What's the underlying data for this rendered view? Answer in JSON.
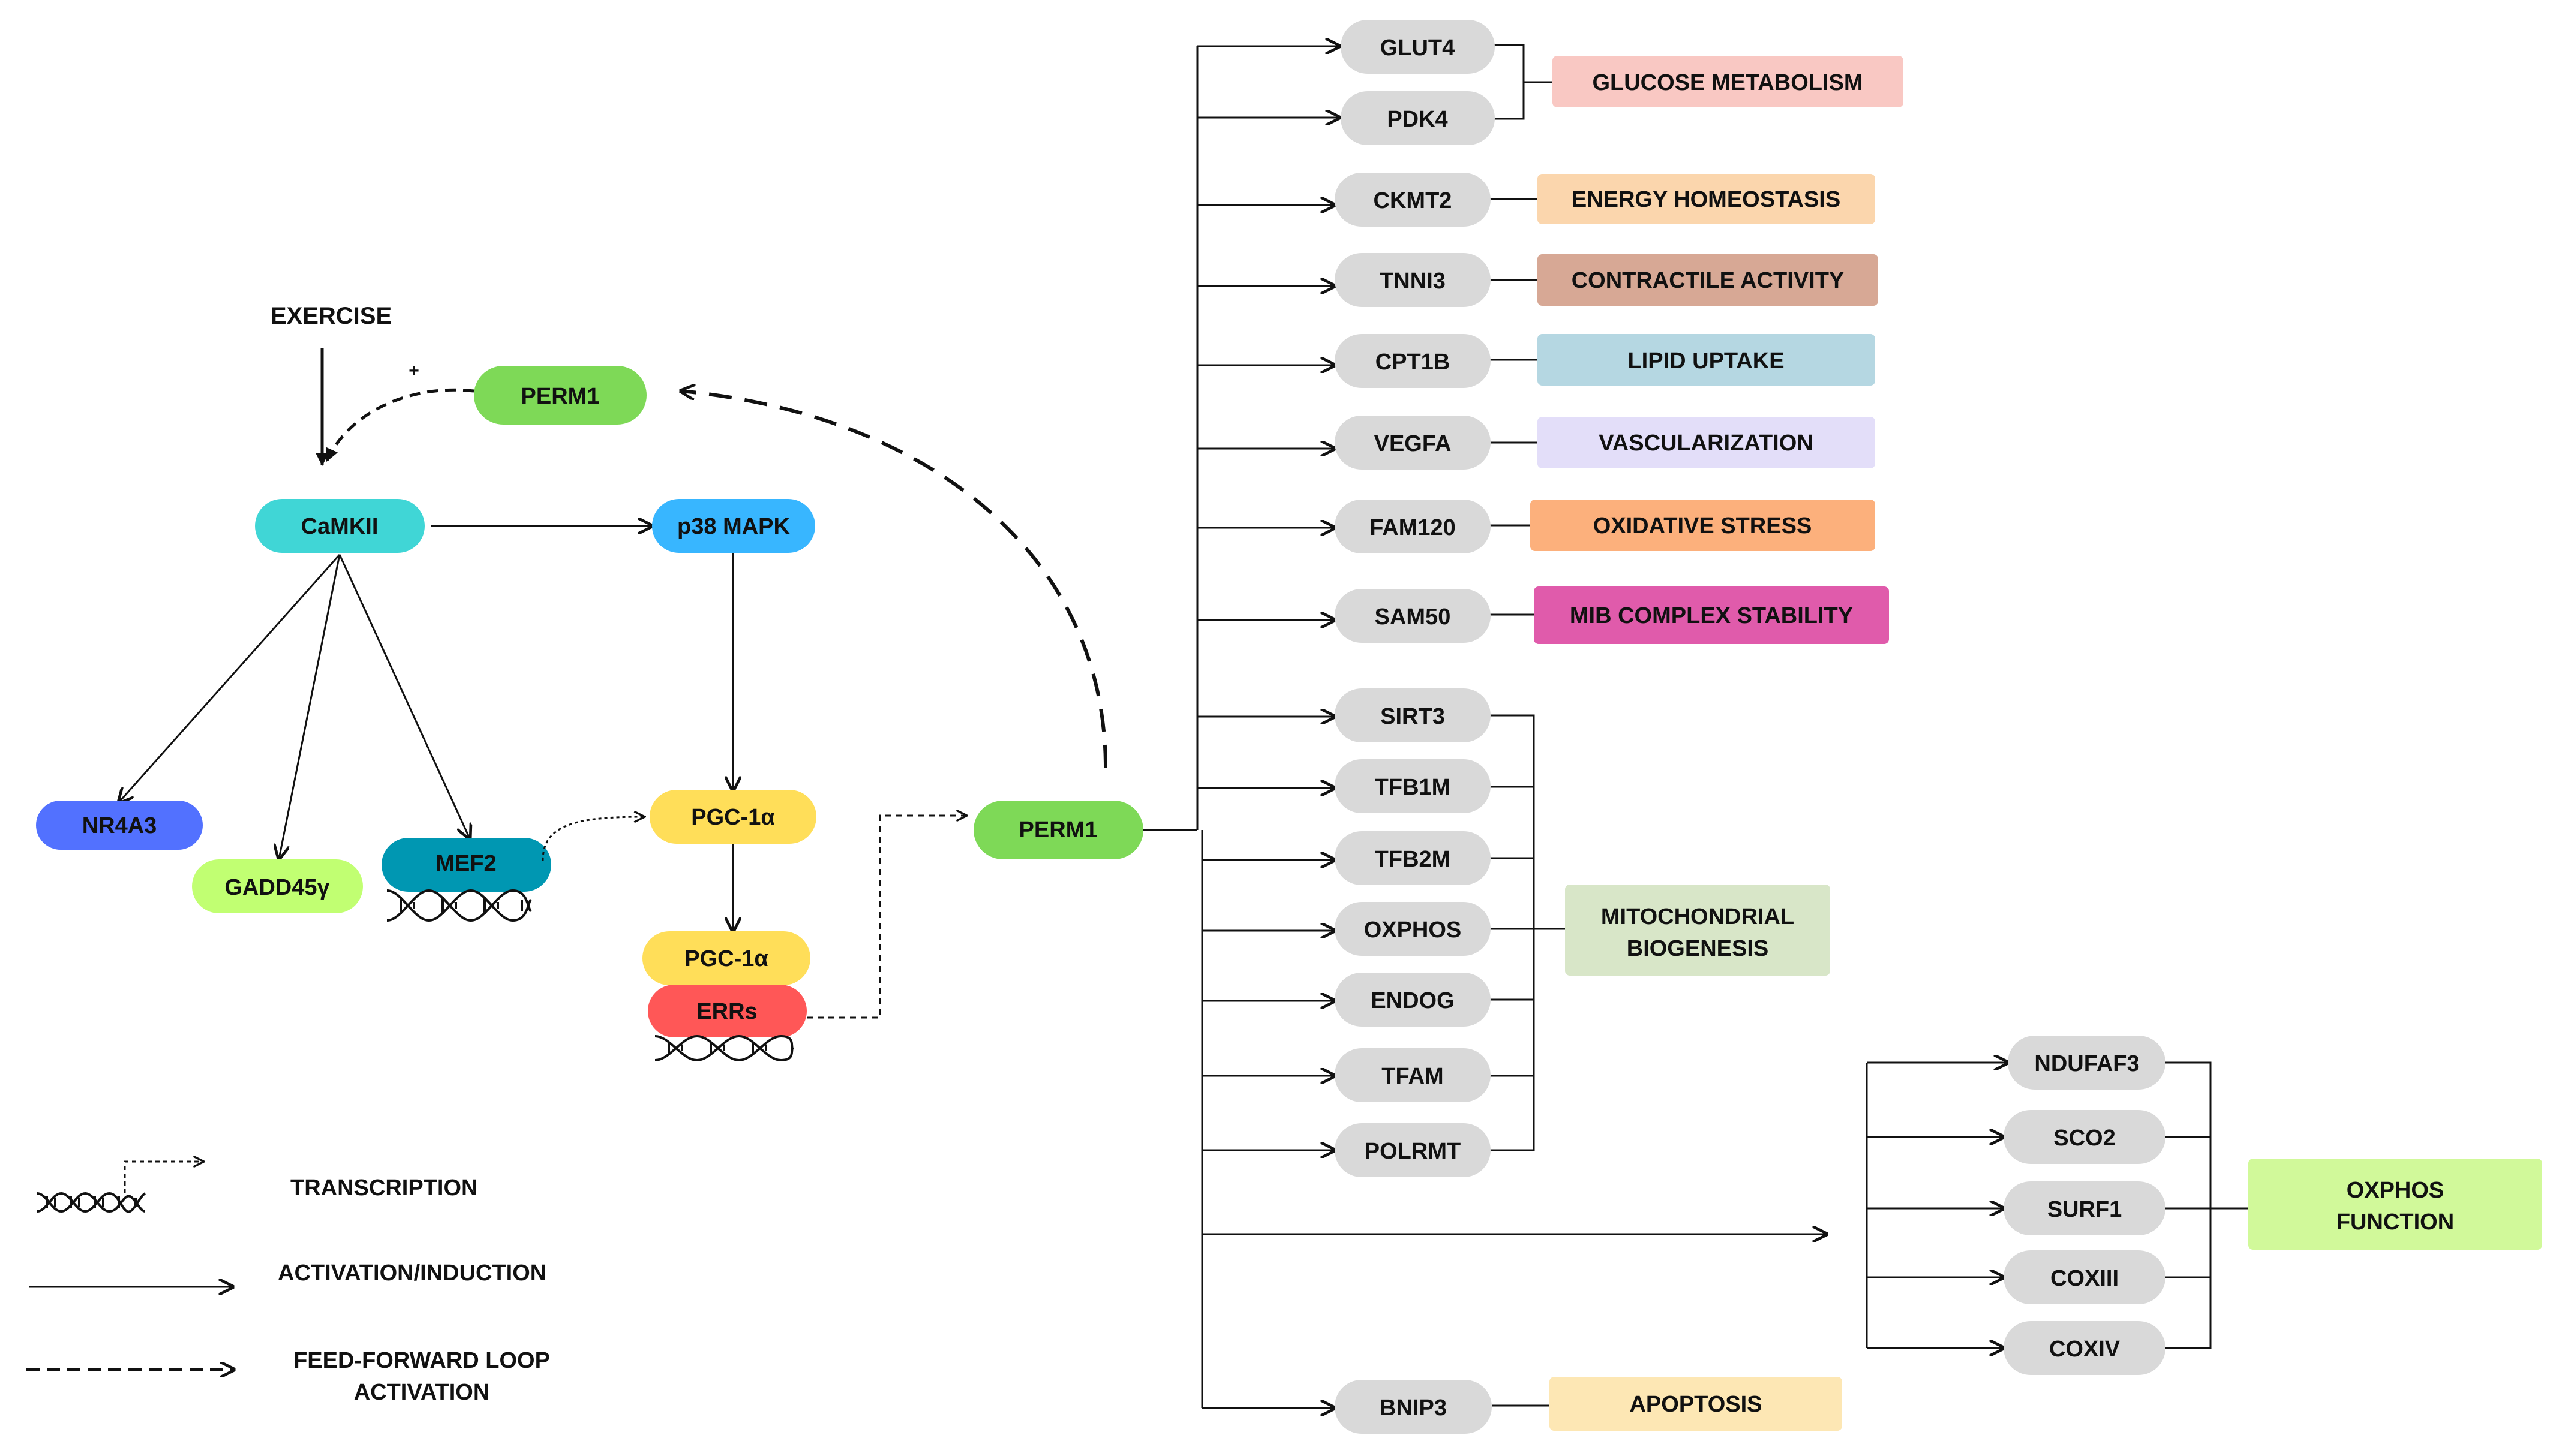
{
  "pathway": {
    "exercise": "EXERCISE",
    "plus": "+",
    "perm1_top": "PERM1",
    "camkii": "CaMKII",
    "p38": "p38 MAPK",
    "nr4a3": "NR4A3",
    "gadd": "GADD45γ",
    "mef2": "MEF2",
    "pgc_top": "PGC-1α",
    "pgc_bottom": "PGC-1α",
    "errs": "ERRs",
    "perm1_center": "PERM1"
  },
  "legend": {
    "transcription": "TRANSCRIPTION",
    "activation": "ACTIVATION/INDUCTION",
    "feedforward_line1": "FEED-FORWARD LOOP",
    "feedforward_line2": "ACTIVATION"
  },
  "targets": {
    "glut4": "GLUT4",
    "pdk4": "PDK4",
    "ckmt2": "CKMT2",
    "tnni3": "TNNI3",
    "cpt1b": "CPT1B",
    "vegfa": "VEGFA",
    "fam120": "FAM120",
    "sam50": "SAM50",
    "sirt3": "SIRT3",
    "tfb1m": "TFB1M",
    "tfb2m": "TFB2M",
    "oxphos": "OXPHOS",
    "endog": "ENDOG",
    "tfam": "TFAM",
    "polrmt": "POLRMT",
    "ndufaf3": "NDUFAF3",
    "sco2": "SCO2",
    "surf1": "SURF1",
    "coxiii": "COXIII",
    "coxiv": "COXIV",
    "bnip3": "BNIP3"
  },
  "functions": {
    "glucose": "GLUCOSE METABOLISM",
    "energy": "ENERGY HOMEOSTASIS",
    "contractile": "CONTRACTILE ACTIVITY",
    "lipid": "LIPID UPTAKE",
    "vascular": "VASCULARIZATION",
    "oxidative": "OXIDATIVE STRESS",
    "mib": "MIB COMPLEX STABILITY",
    "mito_line1": "MITOCHONDRIAL",
    "mito_line2": "BIOGENESIS",
    "oxphos_fn_line1": "OXPHOS",
    "oxphos_fn_line2": "FUNCTION",
    "apoptosis": "APOPTOSIS"
  },
  "colors": {
    "perm1": "#7ed957",
    "camkii": "#40d6d6",
    "p38": "#38b6ff",
    "nr4a3": "#5271ff",
    "gadd": "#c1ff72",
    "mef2": "#0097b2",
    "pgc": "#ffde59",
    "errs": "#ff5757",
    "gene": "#d9d9d9",
    "glucose": "#f9c8c3",
    "energy": "#fbd6ad",
    "contractile": "#d7a895",
    "lipid": "#b5d7e2",
    "vascular": "#e3def9",
    "oxidative": "#fcb07c",
    "mib": "#e05bab",
    "mito": "#d8e6c8",
    "oxphos_fn": "#d1f99a",
    "apoptosis": "#fde7b4"
  }
}
